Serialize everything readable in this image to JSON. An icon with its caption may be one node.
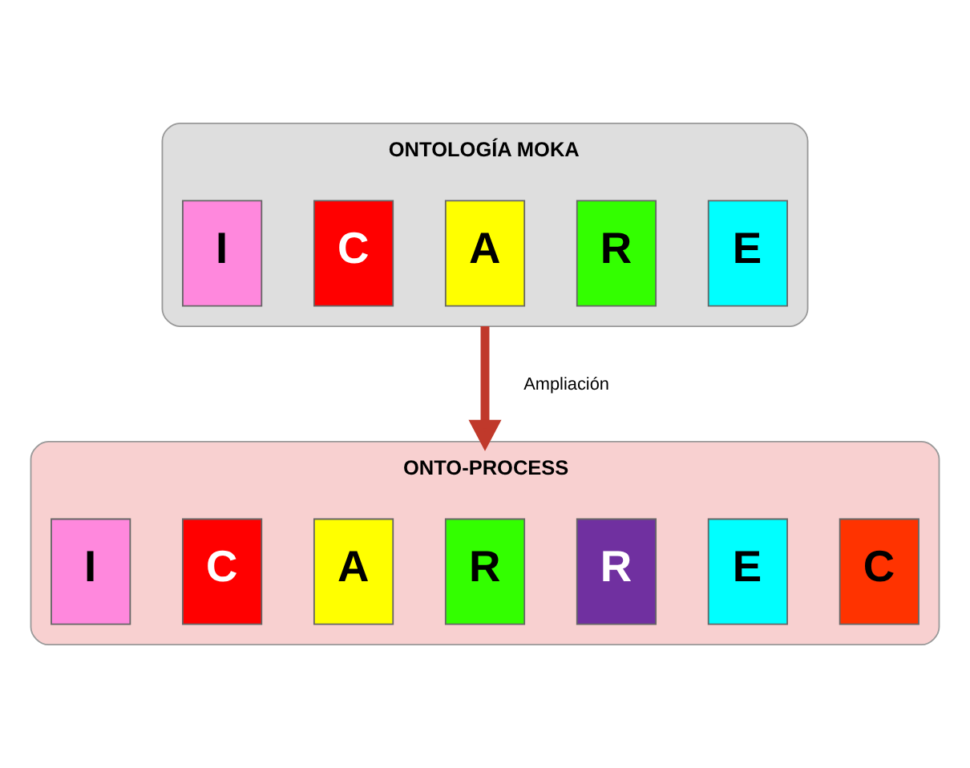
{
  "diagram": {
    "nodes": [
      {
        "text": [
          "ONTOLOGÍA MOKA"
        ]
      },
      {
        "text": [
          "I"
        ],
        "in": 0
      },
      {
        "text": [
          "C"
        ],
        "in": 0
      },
      {
        "text": [
          "A"
        ],
        "in": 0
      },
      {
        "text": [
          "R"
        ],
        "in": 0
      },
      {
        "text": [
          "E"
        ],
        "in": 0
      },
      {
        "text": [
          "ONTO-PROCESS"
        ]
      },
      {
        "text": [
          "I"
        ],
        "in": 6
      },
      {
        "text": [
          "C"
        ],
        "in": 6
      },
      {
        "text": [
          "A"
        ],
        "in": 6
      },
      {
        "text": [
          "R"
        ],
        "in": 6
      },
      {
        "text": [
          "R"
        ],
        "in": 6
      },
      {
        "text": [
          "E"
        ],
        "in": 6
      },
      {
        "text": [
          "C"
        ],
        "in": 6
      }
    ],
    "edges": [
      {
        "from": 0,
        "to": 6,
        "arrow": "to",
        "label": "Ampliación"
      }
    ]
  }
}
